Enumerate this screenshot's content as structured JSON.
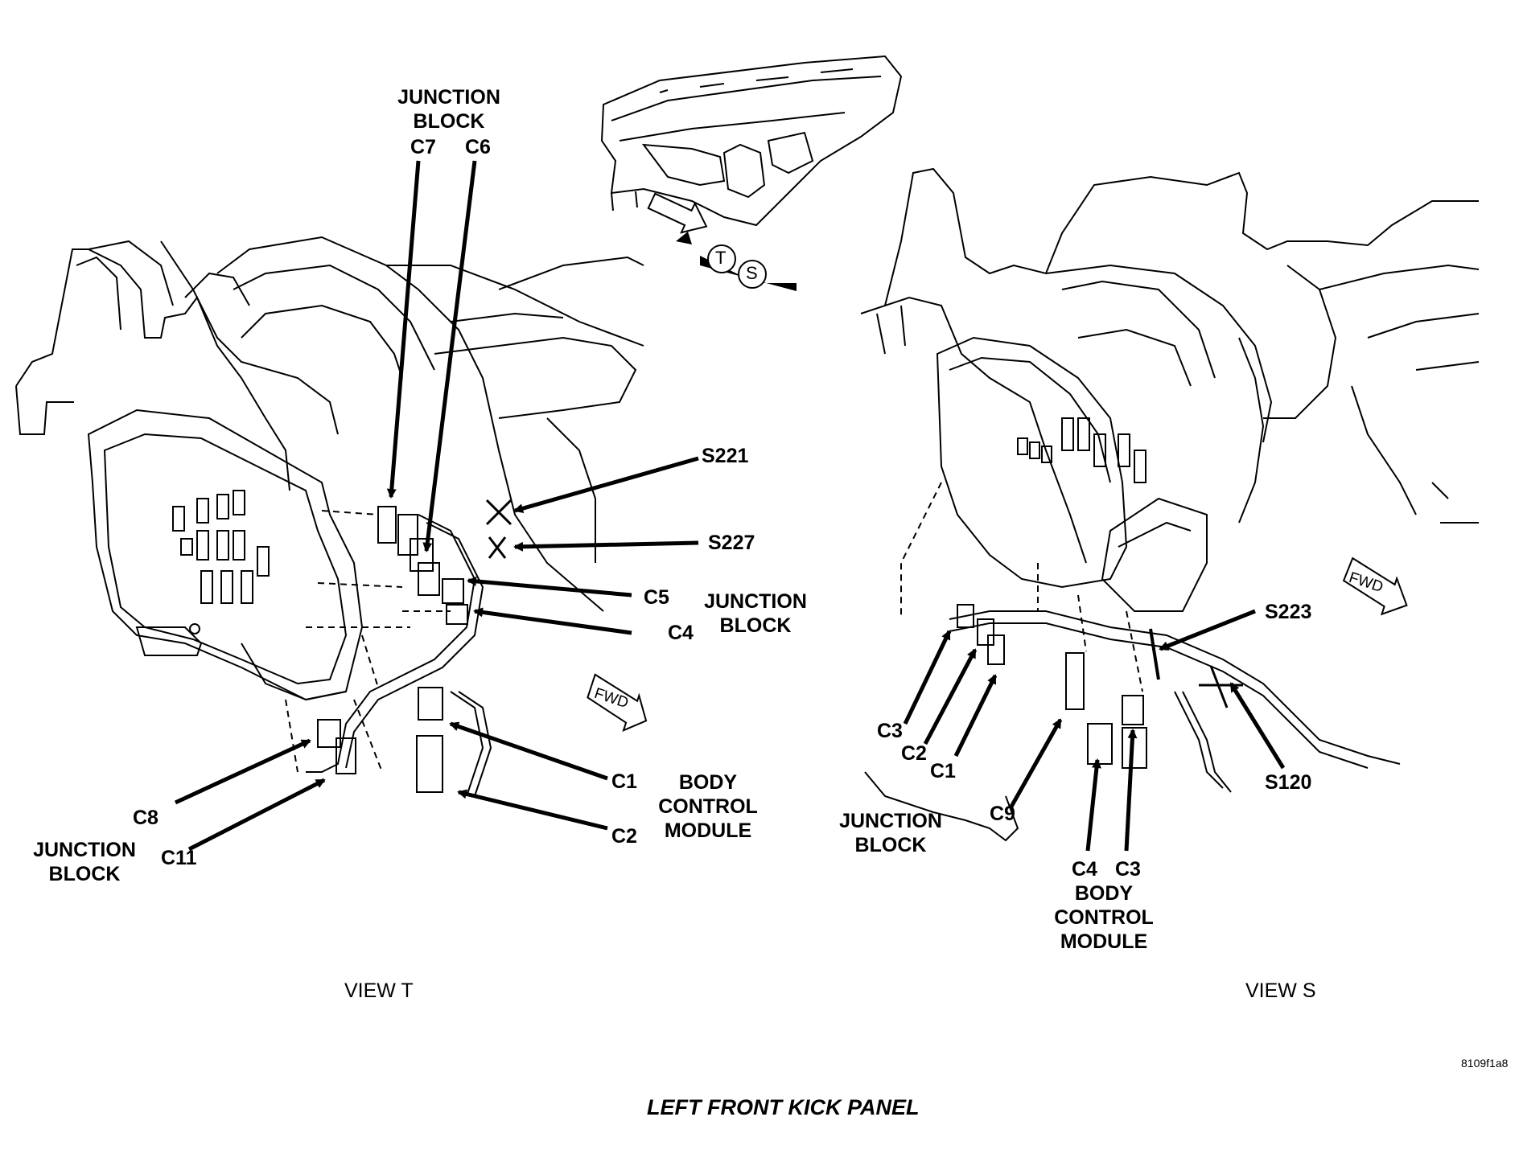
{
  "view_t": {
    "title": "VIEW T",
    "junction_block_top": "JUNCTION\nBLOCK",
    "c7": "C7",
    "c6": "C6",
    "s221": "S221",
    "s227": "S227",
    "c5": "C5",
    "c4": "C4",
    "junction_block_right": "JUNCTION\nBLOCK",
    "c1": "C1",
    "c2": "C2",
    "body_control_module": "BODY\nCONTROL\nMODULE",
    "c8": "C8",
    "c11": "C11",
    "junction_block_bottom": "JUNCTION\nBLOCK",
    "fwd": "FWD"
  },
  "view_s": {
    "title": "VIEW S",
    "s223": "S223",
    "s120": "S120",
    "c3": "C3",
    "c2": "C2",
    "c1": "C1",
    "c9": "C9",
    "junction_block": "JUNCTION\nBLOCK",
    "c4": "C4",
    "c3_bcm": "C3",
    "body_control_module": "BODY\nCONTROL\nMODULE",
    "fwd": "FWD"
  },
  "locator": {
    "view_t_letter": "T",
    "view_s_letter": "S"
  },
  "figure_id": "8109f1a8",
  "caption": "LEFT FRONT KICK PANEL"
}
